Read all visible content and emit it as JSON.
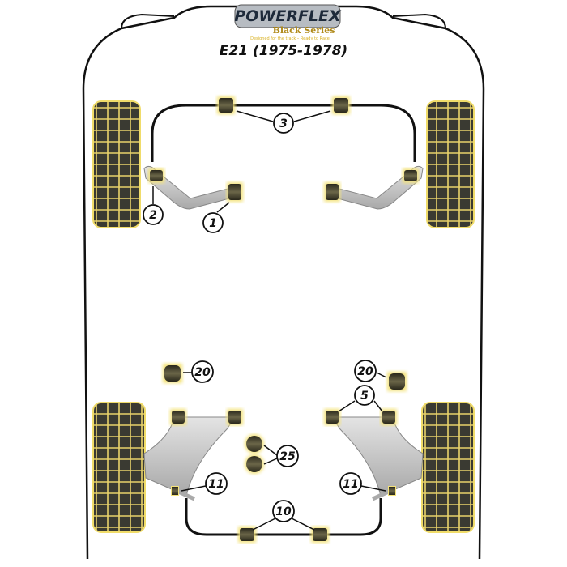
{
  "logo": {
    "brand": "POWERFLEX",
    "series": "Black Series",
    "tagline": "Designed for the track – Ready to Race"
  },
  "title": "E21 (1975-1978)",
  "callouts": {
    "c1": "1",
    "c2": "2",
    "c3": "3",
    "c5": "5",
    "c10": "10",
    "c11_left": "11",
    "c11_right": "11",
    "c20_left": "20",
    "c20_right": "20",
    "c25": "25"
  },
  "colors": {
    "bushing": "#3d3a2a",
    "glow": "#f3e27a",
    "arm": "#c9c9c9",
    "tyre": "#3a3a32"
  }
}
